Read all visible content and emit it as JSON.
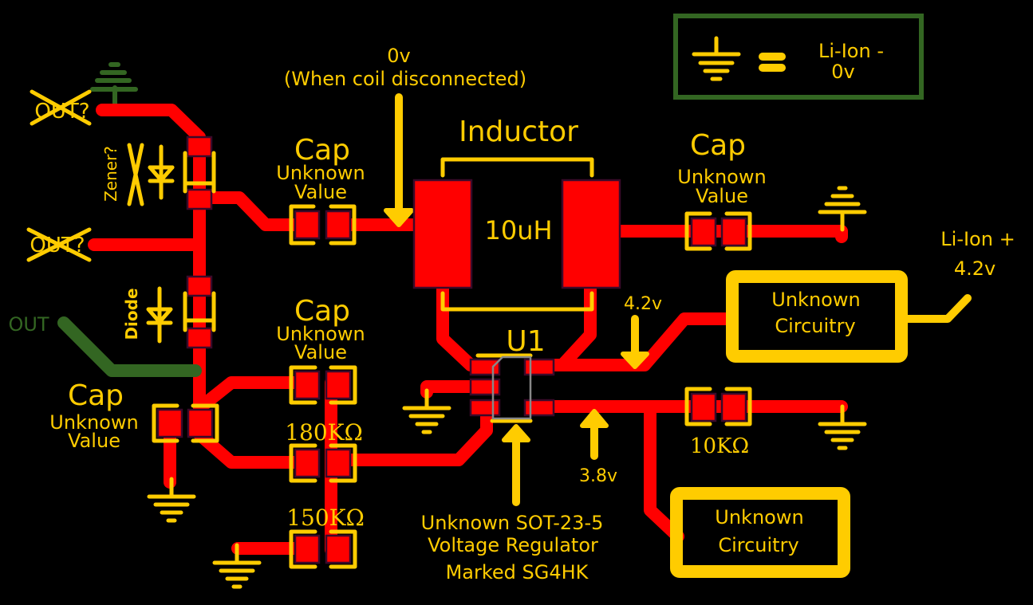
{
  "legend": {
    "equals": "=",
    "line1": "Li-Ion -",
    "line2": "0v"
  },
  "annotations": {
    "zero_volt": "0v",
    "coil_note": "(When coil disconnected)",
    "li_ion_plus": "Li-Ion +",
    "li_ion_plus_v": "4.2v",
    "v42": "4.2v",
    "v38": "3.8v",
    "out": "OUT",
    "out_q1": "OUT?",
    "out_q2": "OUT?",
    "zener": "Zener?",
    "diode": "Diode"
  },
  "inductor": {
    "title": "Inductor",
    "value": "10uH"
  },
  "caps": [
    {
      "title": "Cap",
      "sub1": "Unknown",
      "sub2": "Value"
    },
    {
      "title": "Cap",
      "sub1": "Unknown",
      "sub2": "Value"
    },
    {
      "title": "Cap",
      "sub1": "Unknown",
      "sub2": "Value"
    },
    {
      "title": "Cap",
      "sub1": "Unknown",
      "sub2": "Value"
    }
  ],
  "resistors": {
    "r180": "180KΩ",
    "r150": "150KΩ",
    "r10": "10KΩ"
  },
  "u1": {
    "ref": "U1",
    "desc1": "Unknown SOT-23-5",
    "desc2": "Voltage Regulator",
    "desc3": "Marked SG4HK"
  },
  "circuitry_blocks": [
    {
      "line1": "Unknown",
      "line2": "Circuitry"
    },
    {
      "line1": "Unknown",
      "line2": "Circuitry"
    }
  ],
  "colors": {
    "copper": "#ff0000",
    "silkscreen": "#ffcc00",
    "ground_net": "#336622",
    "background": "#000000"
  }
}
